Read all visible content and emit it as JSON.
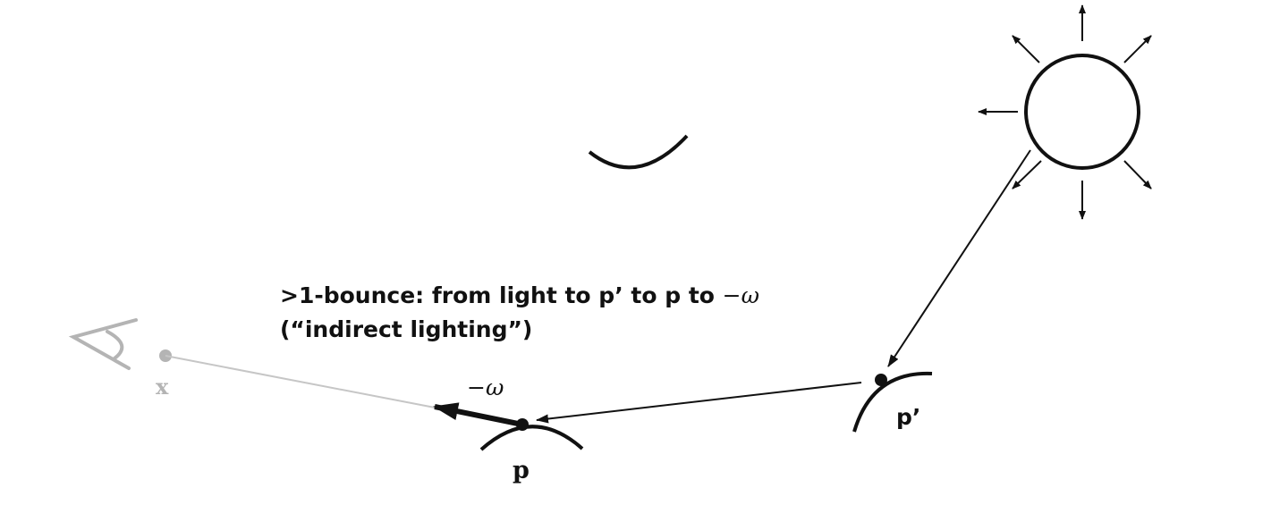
{
  "caption": {
    "line1_text": ">1-bounce: from light to p’ to p to ",
    "line1_math": "−ω",
    "line2": "(“indirect lighting”)"
  },
  "labels": {
    "p": "p",
    "p_prime": "p’",
    "x": "x",
    "neg_omega": "−ω"
  },
  "colors": {
    "ink": "#111111",
    "eye_gray": "#b4b4b4"
  },
  "icons": [
    "eye-icon",
    "light-source-icon"
  ]
}
